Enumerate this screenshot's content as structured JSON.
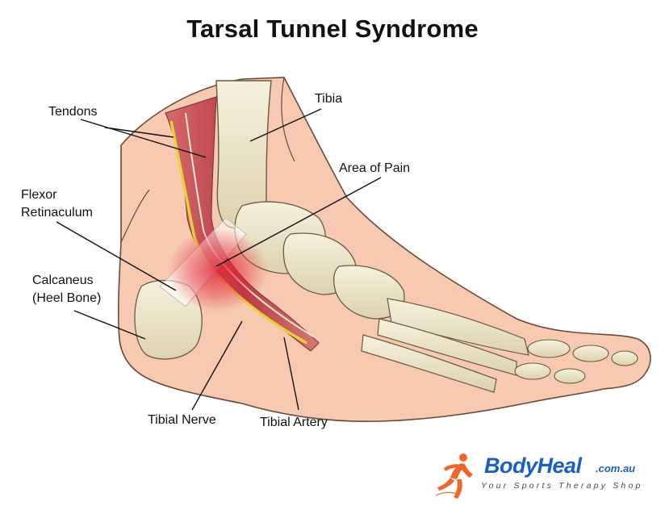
{
  "title": "Tarsal Tunnel Syndrome",
  "labels": {
    "tendons": "Tendons",
    "tibia": "Tibia",
    "area_of_pain": "Area of Pain",
    "flexor_retinaculum_line1": "Flexor",
    "flexor_retinaculum_line2": "Retinaculum",
    "calcaneus_line1": "Calcaneus",
    "calcaneus_line2": "(Heel Bone)",
    "tibial_nerve": "Tibial Nerve",
    "tibial_artery": "Tibial Artery"
  },
  "logo": {
    "brand": "BodyHeal",
    "domain": ".com.au",
    "tagline": "Your Sports Therapy Shop"
  },
  "colors": {
    "skin": "#f6c9b0",
    "skin_outline": "#6b4a3a",
    "bone": "#efe8d0",
    "bone_shadow": "#cfc4a2",
    "muscle": "#c8505a",
    "nerve": "#e8d23a",
    "pain": "#e0283a",
    "brand_blue": "#1a5fc4",
    "brand_orange": "#f0662a"
  }
}
